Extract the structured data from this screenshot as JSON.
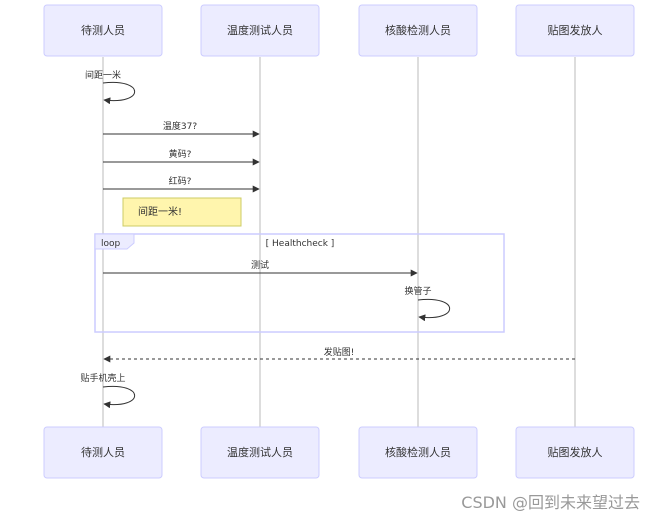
{
  "actors": [
    {
      "name": "待测人员"
    },
    {
      "name": "温度测试人员"
    },
    {
      "name": "核酸检测人员"
    },
    {
      "name": "贴图发放人"
    }
  ],
  "messages": [
    {
      "from": 0,
      "to": 0,
      "text": "间距一米",
      "self": true
    },
    {
      "from": 0,
      "to": 1,
      "text": "温度37?"
    },
    {
      "from": 0,
      "to": 1,
      "text": "黄码?"
    },
    {
      "from": 0,
      "to": 1,
      "text": "红码?"
    },
    {
      "from": 0,
      "to": 2,
      "text": "测试"
    },
    {
      "from": 2,
      "to": 2,
      "text": "换管子",
      "self": true
    },
    {
      "from": 3,
      "to": 0,
      "text": "发贴图!",
      "dashed": true
    },
    {
      "from": 0,
      "to": 0,
      "text": "贴手机壳上",
      "self": true
    }
  ],
  "note": {
    "text": "间距一米!"
  },
  "loop": {
    "label": "loop",
    "title": "[ Healthcheck ]"
  },
  "watermark": "CSDN @回到未来望过去"
}
